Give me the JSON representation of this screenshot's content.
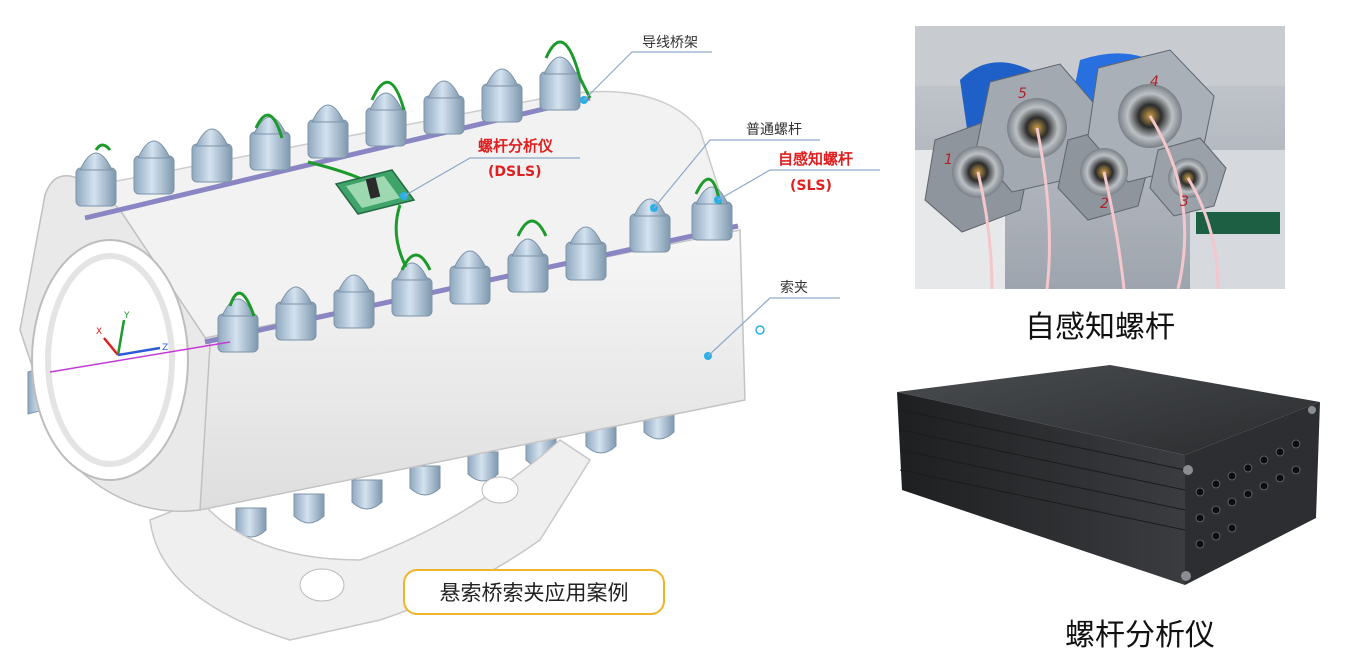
{
  "diagram": {
    "labels": {
      "cable_tray": "导线桥架",
      "analyzer": "螺杆分析仪",
      "analyzer_abbr": "(DSLS)",
      "normal_bolt": "普通螺杆",
      "smart_bolt": "自感知螺杆",
      "smart_bolt_abbr": "(SLS)",
      "clamp": "索夹"
    },
    "axes": {
      "x": "X",
      "y": "Y",
      "z": "Z"
    },
    "case_title": "悬索桥索夹应用案例"
  },
  "photos": {
    "smart_bolt_caption": "自感知螺杆",
    "analyzer_caption": "螺杆分析仪",
    "bolt_numbers": [
      "1",
      "5",
      "2",
      "4",
      "3"
    ]
  },
  "colors": {
    "callout_line": "#8fa9c9",
    "highlight_label": "#e02020",
    "normal_label": "#333333",
    "badge_border": "#f0b429",
    "wire": "#1c9a2c",
    "bolt": "#a9c2d8",
    "clamp_body": "#eeeeee"
  }
}
